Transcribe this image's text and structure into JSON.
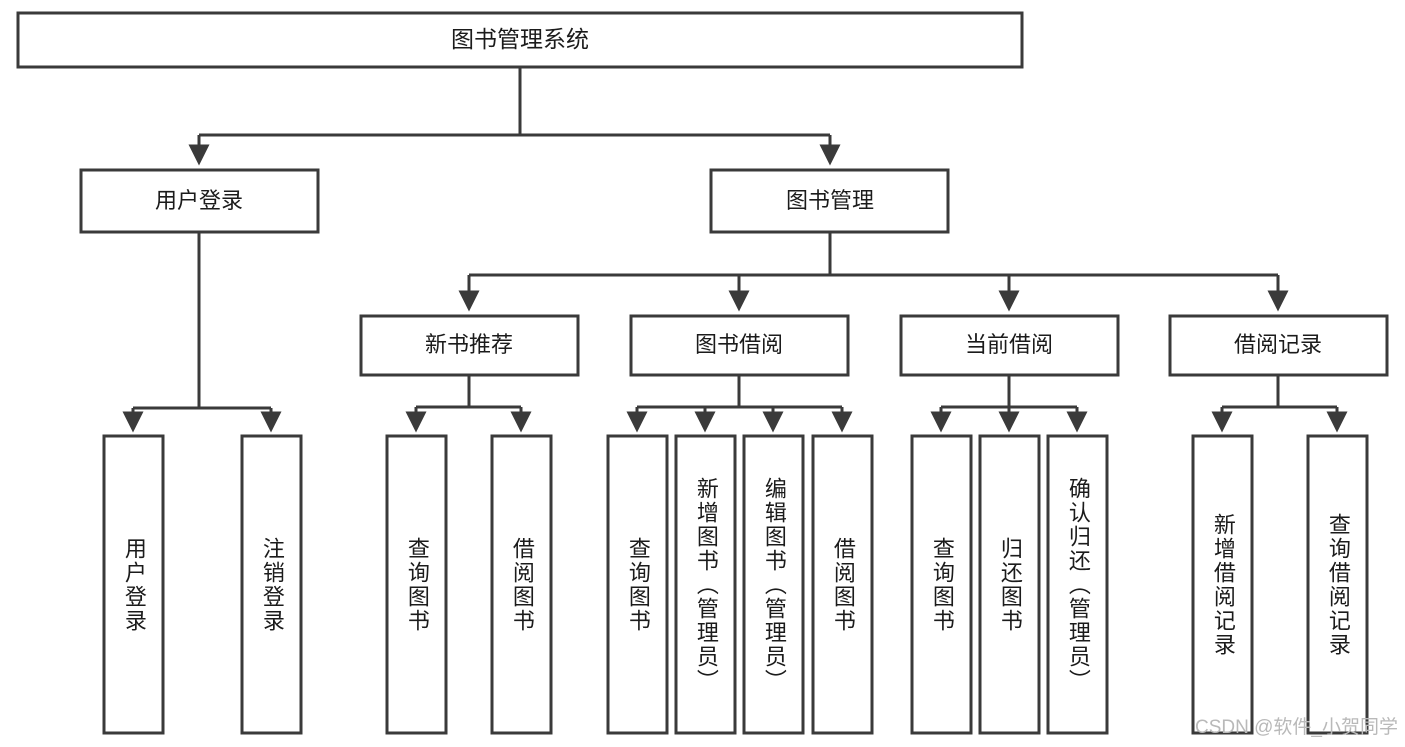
{
  "diagram": {
    "type": "tree",
    "title": "图书管理系统",
    "background_color": "#ffffff",
    "box_stroke_color": "#3a3a3a",
    "box_fill_color": "#ffffff",
    "connector_color": "#3a3a3a",
    "text_color": "#1b1b1b",
    "root": {
      "label": "图书管理系统"
    },
    "level2": [
      {
        "label": "用户登录"
      },
      {
        "label": "图书管理"
      }
    ],
    "level3": [
      {
        "label": "新书推荐"
      },
      {
        "label": "图书借阅"
      },
      {
        "label": "当前借阅"
      },
      {
        "label": "借阅记录"
      }
    ],
    "leaves": {
      "user_login": [
        {
          "label": "用户登录"
        },
        {
          "label": "注销登录"
        }
      ],
      "new_book_recommend": [
        {
          "label": "查询图书"
        },
        {
          "label": "借阅图书"
        }
      ],
      "book_borrow": [
        {
          "label": "查询图书"
        },
        {
          "label": "新增图书（管理员）"
        },
        {
          "label": "编辑图书（管理员）"
        },
        {
          "label": "借阅图书"
        }
      ],
      "current_borrow": [
        {
          "label": "查询图书"
        },
        {
          "label": "归还图书"
        },
        {
          "label": "确认归还（管理员）"
        }
      ],
      "borrow_record": [
        {
          "label": "新增借阅记录"
        },
        {
          "label": "查询借阅记录"
        }
      ]
    },
    "watermark": "CSDN @软件_小贺同学"
  }
}
